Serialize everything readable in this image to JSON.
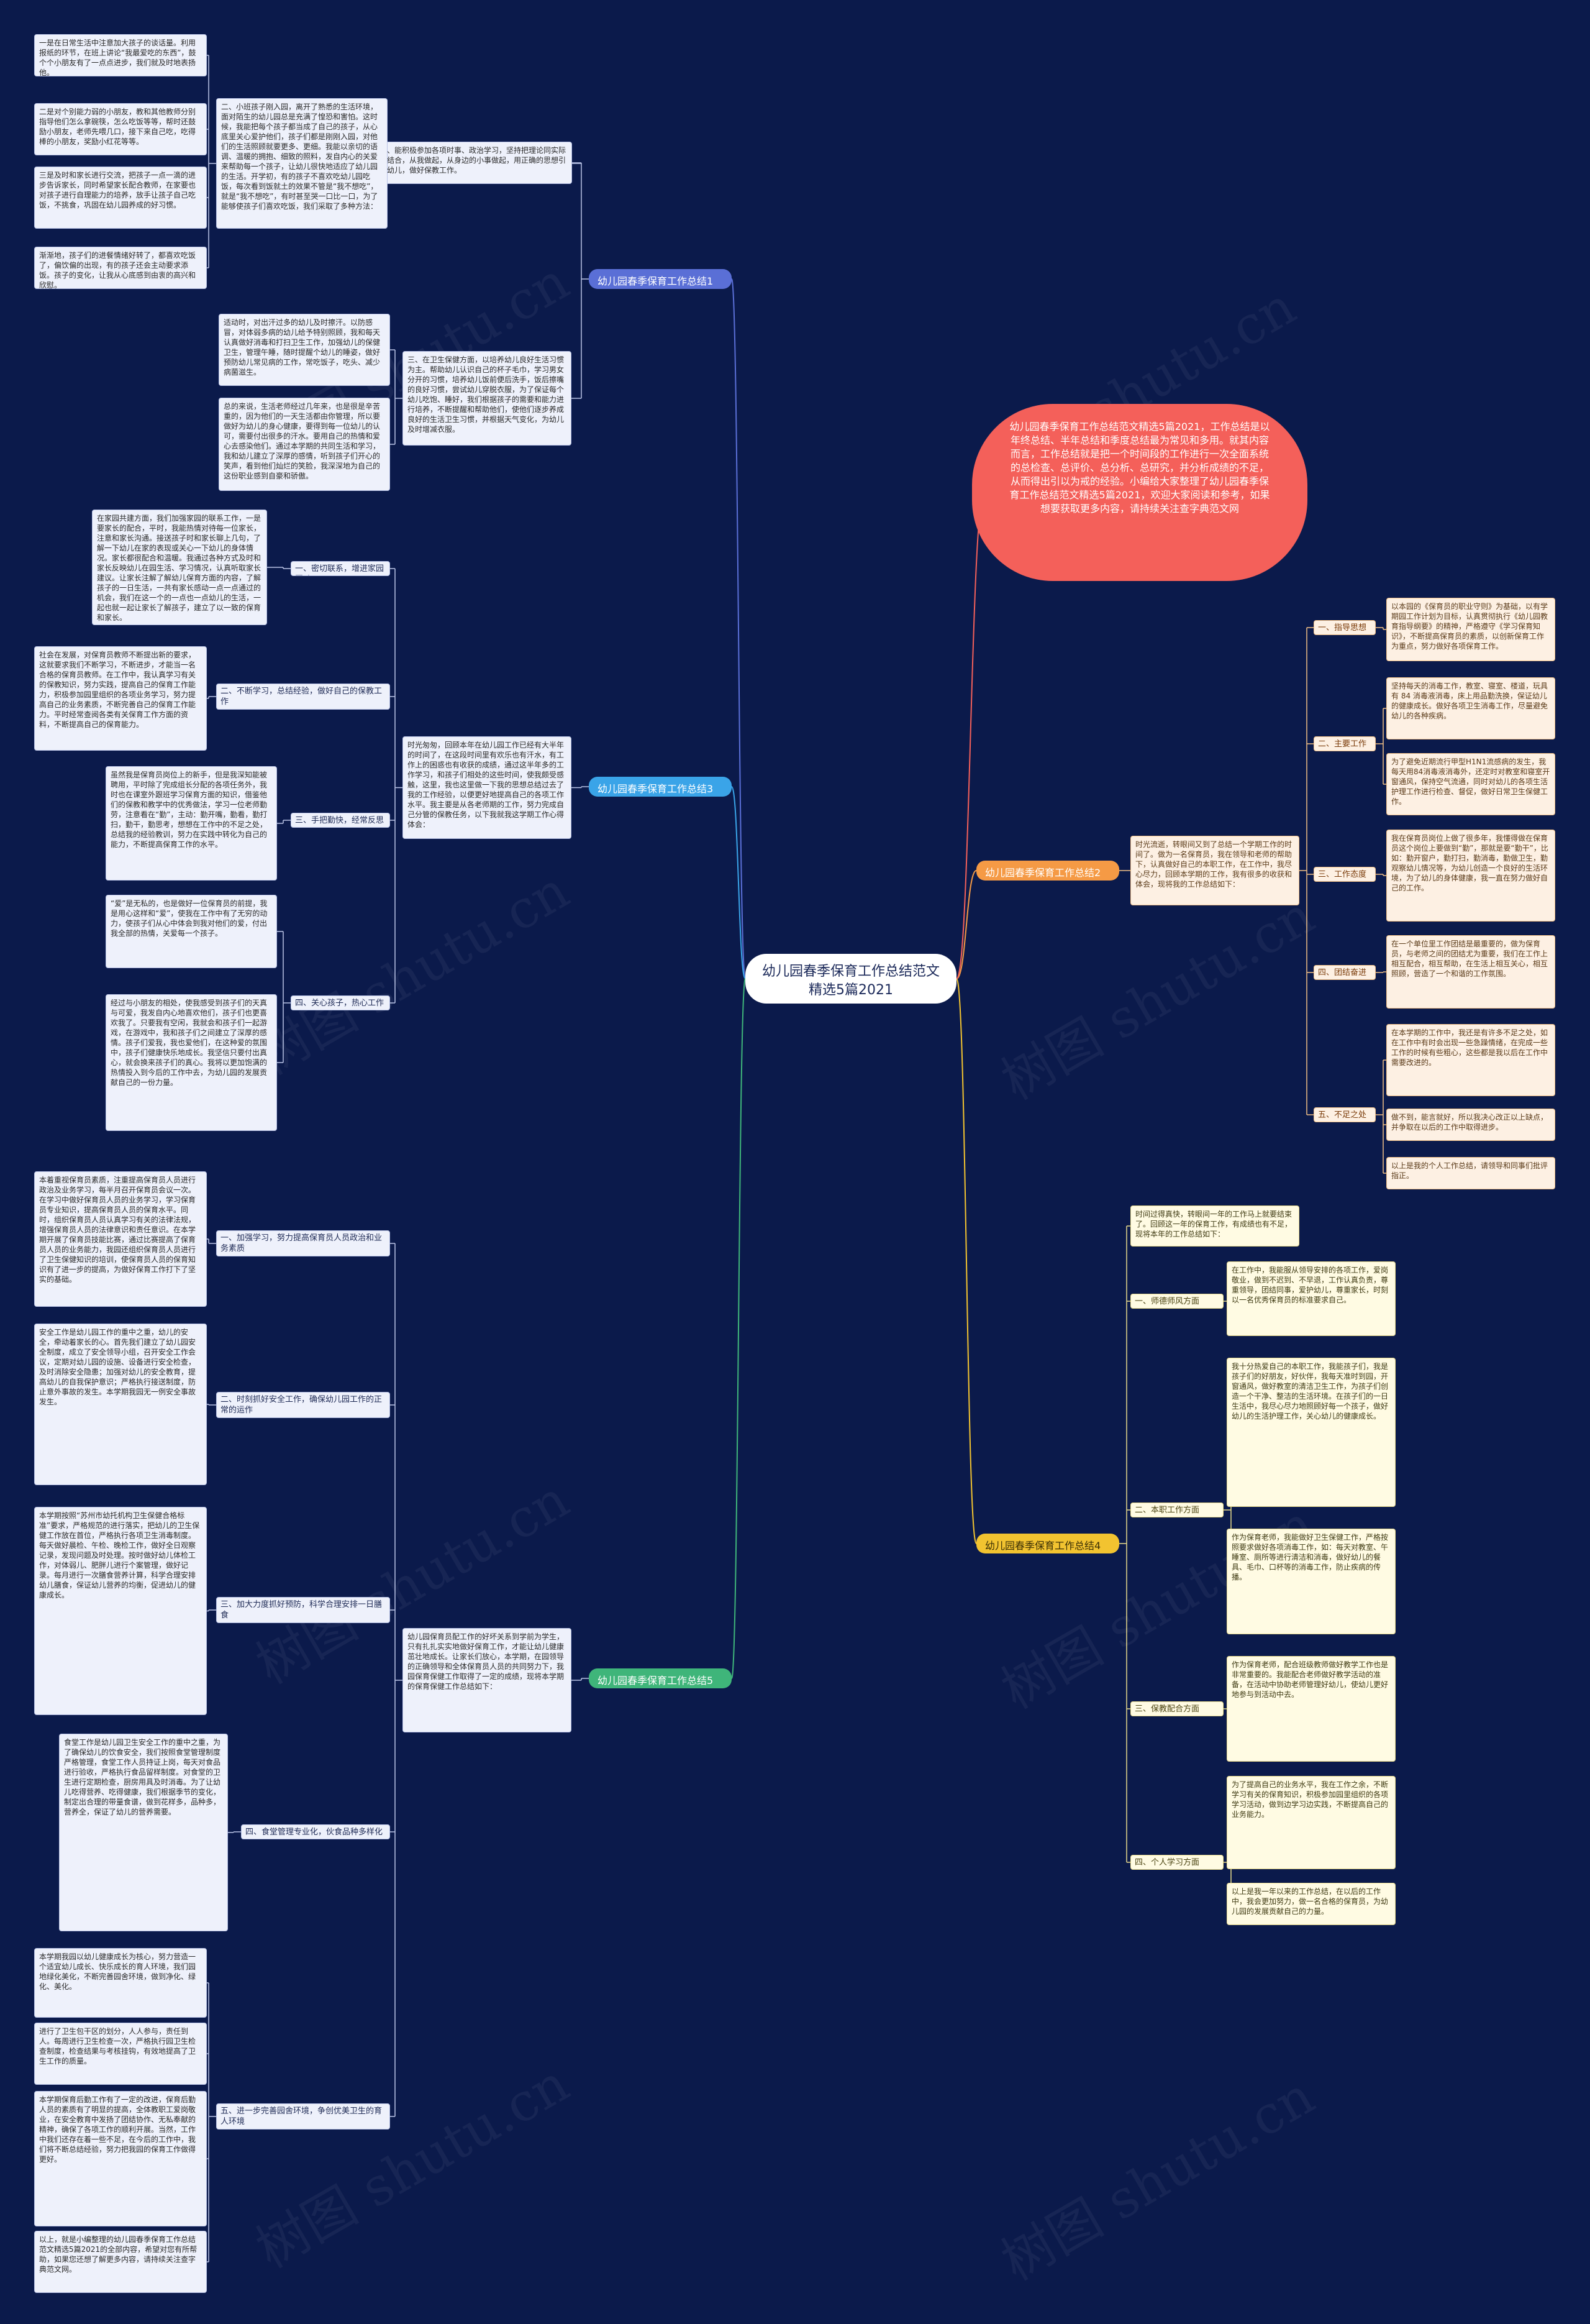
{
  "root": "幼儿园春季保育工作总结范文精选5篇2021",
  "intro": "幼儿园春季保育工作总结范文精选5篇2021，工作总结是以年终总结、半年总结和季度总结最为常见和多用。就其内容而言，工作总结就是把一个时间段的工作进行一次全面系统的总检查、总评价、总分析、总研究，并分析成绩的不足，从而得出引以为戒的经验。小编给大家整理了幼儿园春季保育工作总结范文精选5篇2021，欢迎大家阅读和参考，如果想要获取更多内容，请持续关注查字典范文网",
  "watermark": "树图 shutu.cn",
  "b1": {
    "title": "幼儿园春季保育工作总结1",
    "s1": "一、能积极参加各项时事、政治学习，坚持把理论同实际相结合，从我做起，从身边的小事做起，用正确的思想引导幼儿，做好保教工作。",
    "s2": "二、小班孩子刚入园，离开了熟悉的生活环境，面对陌生的幼儿园总是充满了惶恐和害怕。这时候，我能把每个孩子都当成了自己的孩子，从心底里关心爱护他们，孩子们都是刚刚入园，对他们的生活照顾就要更多、更细。我能以亲切的语调、温暖的拥抱、细致的照料，发自内心的关爱来帮助每一个孩子，让幼儿很快地适应了幼儿园的生活。开学初，有的孩子不喜欢吃幼儿园吃饭，每次看到饭就土的效果不管是“我不想吃”，就是“我不想吃”，有时甚至哭一口比一口，为了能够使孩子们喜欢吃饭，我们采取了多种方法：",
    "s2a": "一是在日常生活中注意加大孩子的谈话量。利用报纸的环节，在班上讲论“我最爱吃的东西”，鼓个个小朋友有了一点点进步，我们就及时地表扬他。",
    "s2b": "二是对个别能力弱的小朋友，教和其他教师分别指导他们怎么拿碗筷，怎么吃饭等等，帮时还鼓励小朋友，老师先喂几口，接下来自己吃，吃得棒的小朋友，奖励小红花等等。",
    "s2c": "三是及时和家长进行交流，把孩子一点一滴的进步告诉家长，同时希望家长配合教师，在家要也对孩子进行自理能力的培养，放手让孩子自己吃饭，不挑食，巩固在幼儿园养成的好习惯。",
    "s2d": "渐渐地，孩子们的进餐情绪好转了，都喜欢吃饭了，偏饮偏的出现，有的孩子还会主动要求添饭。孩子的变化，让我从心底感到由衷的高兴和欣慰。",
    "s3": "三、在卫生保健方面，以培养幼儿良好生活习惯为主。帮助幼儿认识自己的杯子毛巾，学习男女分开的习惯，培养幼儿饭前便后洗手，饭后擦嘴的良好习惯，尝试幼儿穿脱衣服，为了保证每个幼儿吃饱、睡好，我们根据孩子的需要和能力进行培养，不断提醒和帮助他们，使他们逐步养成良好的生活卫生习惯，并根据天气变化，为幼儿及时增减衣服。",
    "s3a": "适动时，对出汗过多的幼儿及时擦汗。以防感冒，对体弱多病的幼儿给予特别照顾，我和每天认真做好消毒和打扫卫生工作，加强幼儿的保健卫生，管理午睡，随时提醒个幼儿的睡姿，做好预防幼儿常见病的工作，常吃饭子，吃头、减少病菌滋生。",
    "s3b": "总的来说，生活老师经过几年来，也是很是辛苦重的，因为他们的一天生活都由你管理，所以要做好为幼儿的身心健康，要得到每一位幼儿的认可，需要付出很多的汗水。要用自己的热情和爱心去感染他们。通过本学期的共同生活和学习，我和幼儿建立了深厚的感情，听到孩子们开心的笑声，看到他们灿烂的笑脸，我深深地为自己的这份职业感到自豪和骄傲。"
  },
  "b3": {
    "title": "幼儿园春季保育工作总结3",
    "main": "时光匆匆，回顾本年在幼儿园工作已经有大半年的时间了，在这段时间里有欢乐也有汗水，有工作上的困惑也有收获的成绩，通过这半年多的工作学习，和孩子们相处的这些时间，使我颇受感触，这里，我也这里做一下我的思想总结过去了我的工作经验，以便更好地提高自己的各项工作水平。我主要是从各老师期的工作，努力完成自己分管的保教任务，以下我就我这学期工作心得体会：",
    "l1": "一、密切联系，增进家园互动",
    "t1": "在家园共建方面，我们加强家园的联系工作，一是要家长的配合，平时，我能热情对待每一位家长，注意和家长沟通。接送孩子时和家长聊上几句，了解一下幼儿在家的表现或关心一下幼儿的身体情况。家长都很配合和温暖。我通过各种方式及时和家长反映幼儿在园生活、学习情况，认真听取家长建议。让家长注解了解幼儿保育方面的内容，了解孩子的一日生活，一共有家长感动一点一点通过的机会，我们在这一个的一点也一点幼儿的生活，一起也就一起让家长了解孩子，建立了以一致的保育和家长。",
    "l2": "二、不断学习，总结经验，做好自己的保教工作",
    "t2": "社会在发展，对保育员教师不断提出新的要求，这就要求我们不断学习，不断进步，才能当一名合格的保育员教师。在工作中，我认真学习有关的保教知识，努力实践，提高自己的保育工作能力，积极参加园里组织的各项业务学习，努力提高自己的业务素质，不断完善自己的保育工作能力。平时经常查阅各类有关保育工作方面的资料，不断提高自己的保育能力。",
    "l3": "三、手把勤快，经常反思",
    "t3": "虽然我是保育员岗位上的新手，但是我深知能被聘用，平时除了完成组长分配的各项任务外，我时也在课室外跟班学习保育方面的知识，借鉴他们的保教和教学中的优秀做法，学习一位老师勤劳，注意看在“勤”，主动：勤开嘴，勤看，勤打扫，勤干，勤思考，想想在工作中的不足之处，总结我的经验教训，努力在实践中转化为自己的能力，不断提高保育工作的水平。",
    "l4": "四、关心孩子，热心工作",
    "t4a": "“爱”是无私的，也是做好一位保育员的前提，我是用心这样和“爱”，使我在工作中有了无穷的动力，使孩子们从心中体会到我对他们的爱，付出我全部的热情，关爱每一个孩子。",
    "t4b": "经过与小朋友的相处，使我感受到孩子们的天真与可爱，我发自内心地喜欢他们，孩子们也更喜欢我了。只要我有空闲，我就会和孩子们一起游戏，在游戏中，我和孩子们之间建立了深厚的感情。孩子们爱我，我也爱他们，在这种爱的氛围中，孩子们健康快乐地成长。我坚信只要付出真心，就会换来孩子们的真心。我将以更加饱满的热情投入到今后的工作中去，为幼儿园的发展贡献自己的一份力量。"
  },
  "b5": {
    "title": "幼儿园春季保育工作总结5",
    "main": "幼儿园保育员配工作的好坏关系到学前为学生，只有扎扎实实地做好保育工作，才能让幼儿健康茁壮地成长。让家长们放心，本学期，在园领导的正确领导和全体保育员人员的共同努力下，我园保育保健工作取得了一定的成绩，现将本学期的保育保健工作总结如下：",
    "l1": "一、加强学习，努力提高保育员人员政治和业务素质",
    "t1": "本着重视保育员素质，注重提高保育员人员进行政治及业务学习，每半月召开保育员会议一次。在学习中做好保育员人员的业务学习，学习保育员专业知识，提高保育员人员的保育水平。同时，组织保育员人员认真学习有关的法律法规，增强保育员人员的法律意识和责任意识。在本学期开展了保育员技能比赛，通过比赛提高了保育员人员的业务能力，我园还组织保育员人员进行了卫生保健知识的培训，使保育员人员的保育知识有了进一步的提高，为做好保育工作打下了坚实的基础。",
    "l2": "二、时刻抓好安全工作，确保幼儿园工作的正常的运作",
    "t2": "安全工作是幼儿园工作的重中之重，幼儿的安全，牵动着家长的心。首先我们建立了幼儿园安全制度，成立了安全领导小组，召开安全工作会议，定期对幼儿园的设施、设备进行安全检查，及时消除安全隐患；加强对幼儿的安全教育，提高幼儿的自我保护意识；严格执行接送制度，防止意外事故的发生。本学期我园无一例安全事故发生。",
    "l3": "三、加大力度抓好预防，科学合理安排一日膳食",
    "t3": "本学期按照“苏州市幼托机构卫生保健合格标准”要求，严格规范的进行落实，把幼儿的卫生保健工作放在首位，严格执行各项卫生消毒制度。每天做好晨检、午检、晚检工作，做好全日观察记录，发现问题及时处理。按时做好幼儿体检工作，对体弱儿、肥胖儿进行个案管理，做好记录。每月进行一次膳食营养计算，科学合理安排幼儿膳食，保证幼儿营养的均衡，促进幼儿的健康成长。",
    "l4": "四、食堂管理专业化，伙食品种多样化",
    "t4": "食堂工作是幼儿园卫生安全工作的重中之重，为了确保幼儿的饮食安全，我们按照食堂管理制度严格管理，食堂工作人员持证上岗，每天对食品进行验收，严格执行食品留样制度。对食堂的卫生进行定期检查，厨房用具及时消毒。为了让幼儿吃得营养、吃得健康，我们根据季节的变化，制定出合理的带量食谱，做到花样多，品种多，营养全，保证了幼儿的营养需要。",
    "l5": "五、进一步完善园舍环境，争创优美卫生的育人环境",
    "t5a": "本学期我园以幼儿健康成长为核心，努力营造一个适宜幼儿成长、快乐成长的育人环境，我们园地绿化美化，不断完善园舍环境，做到净化、绿化、美化。",
    "t5b": "进行了卫生包干区的划分，人人参与，责任到人。每周进行卫生检查一次，严格执行园卫生检查制度，检查结果与考核挂钩，有效地提高了卫生工作的质量。",
    "t5c": "本学期保育后勤工作有了一定的改进，保育后勤人员的素质有了明显的提高，全体教职工爱岗敬业，在安全教育中发扬了团结协作、无私奉献的精神，确保了各项工作的顺利开展。当然，工作中我们还存在着一些不足，在今后的工作中，我们将不断总结经验，努力把我园的保育工作做得更好。",
    "t5d": "以上，就是小编整理的幼儿园春季保育工作总结范文精选5篇2021的全部内容，希望对您有所帮助，如果您还想了解更多内容，请持续关注查字典范文网。"
  },
  "b2": {
    "title": "幼儿园春季保育工作总结2",
    "main": "时光流逝，转眼间又到了总结一个学期工作的时间了。做为一名保育员，我在领导和老师的帮助下，认真做好自己的本职工作，在工作中，我尽心尽力，回顾本学期的工作，我有很多的收获和体会，现将我的工作总结如下：",
    "l1": "一、指导思想",
    "t1": "以本园的《保育员的职业守则》为基础，以有学期园工作计划为目标，认真贯彻执行《幼儿园教育指导纲要》的精神，严格遵守《学习保育知识》，不断提高保育员的素质，以创新保育工作为重点，努力做好各项保育工作。",
    "l2": "二、主要工作",
    "t2a": "坚持每天的消毒工作，教室、寝室、楼道，玩具有 84 消毒液消毒，床上用品勤洗换，保证幼儿的健康成长。做好各项卫生消毒工作，尽量避免幼儿的各种疾病。",
    "t2b": "为了避免近期流行甲型H1N1流感病的发生，我每天用84消毒液消毒外，还定时对教室和寝室开窗通风，保持空气流通，同时对幼儿的各项生活护理工作进行检查、督促，做好日常卫生保健工作。",
    "l3": "三、工作态度",
    "t3": "我在保育员岗位上做了很多年，我懂得做在保育员这个岗位上要做到“勤”，那就是要“勤干”，比如：勤开窗户，勤打扫，勤消毒，勤做卫生，勤观察幼儿情况等，为幼儿创造一个良好的生活环境，为了幼儿的身体健康，我一直在努力做好自己的工作。",
    "l4": "四、团结奋进",
    "t4": "在一个单位里工作团结是最重要的，做为保育员，与老师之间的团结尤为重要，我们在工作上相互配合，相互帮助，在生活上相互关心，相互照顾，营造了一个和谐的工作氛围。",
    "l5": "五、不足之处",
    "t5a": "在本学期的工作中，我还是有许多不足之处，如在工作中有时会出现一些急躁情绪，在完成一些工作的时候有些粗心，这些都是我以后在工作中需要改进的。",
    "t5b": "做不到，能言就好，所以我决心改正以上缺点，并争取在以后的工作中取得进步。",
    "t5c": "以上是我的个人工作总结，请领导和同事们批评指正。"
  },
  "b4": {
    "title": "幼儿园春季保育工作总结4",
    "main": "时间过得真快，转眼间一年的工作马上就要结束了。回顾这一年的保育工作，有成绩也有不足，现将本年的工作总结如下：",
    "l1": "一、师德师风方面",
    "t1": "在工作中，我能服从领导安排的各项工作，爱岗敬业，做到不迟到、不早退，工作认真负责，尊重领导，团结同事，爱护幼儿，尊重家长，时刻以一名优秀保育员的标准要求自己。",
    "l2": "二、本职工作方面",
    "t2a": "我十分热爱自己的本职工作，我能孩子们，我是孩子们的好朋友，好伙伴，我每天准时到园，开窗通风，做好教室的清洁卫生工作，为孩子们创造一个干净、整洁的生活环境。在孩子们的一日生活中，我尽心尽力地照顾好每一个孩子，做好幼儿的生活护理工作，关心幼儿的健康成长。",
    "t2b": "作为保育老师，我能做好卫生保健工作，严格按照要求做好各项消毒工作，如：每天对教室、午睡室、厕所等进行清洁和消毒，做好幼儿的餐具、毛巾、口杯等的消毒工作，防止疾病的传播。",
    "l3": "三、保教配合方面",
    "t3": "作为保育老师，配合班级教师做好教学工作也是非常重要的。我能配合老师做好教学活动的准备，在活动中协助老师管理好幼儿，使幼儿更好地参与到活动中去。",
    "l4": "四、个人学习方面",
    "t4a": "为了提高自己的业务水平，我在工作之余，不断学习有关的保育知识，积极参加园里组织的各项学习活动，做到边学习边实践，不断提高自己的业务能力。",
    "t4b": "以上是我一年以来的工作总结，在以后的工作中，我会更加努力，做一名合格的保育员，为幼儿园的发展贡献自己的力量。"
  },
  "colors": {
    "b1": "#5a6fd6",
    "b3": "#3aa4e8",
    "b5": "#3fb57a",
    "b2": "#f59a45",
    "b4": "#f2c330",
    "intro": "#f4605a"
  }
}
